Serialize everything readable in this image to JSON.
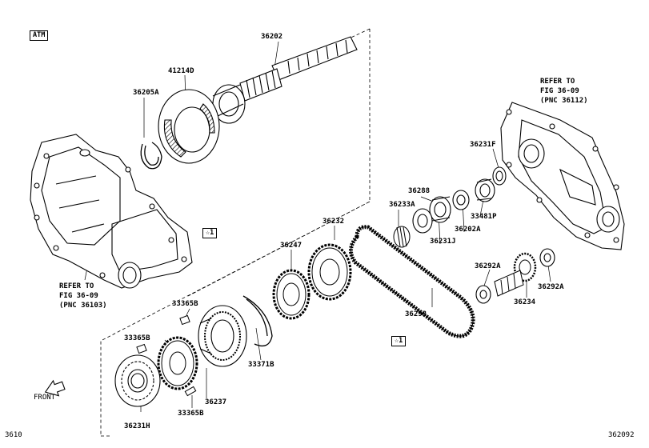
{
  "header": {
    "variant_tag": "ATM"
  },
  "parts": {
    "p36202": "36202",
    "p41214D": "41214D",
    "p36205A": "36205A",
    "p36231F": "36231F",
    "p36288": "36288",
    "p36233A": "36233A",
    "p33481P": "33481P",
    "p36232": "36232",
    "p36202A": "36202A",
    "p36231J": "36231J",
    "p36247": "36247",
    "p36292A_top": "36292A",
    "p36292A_bottom": "36292A",
    "p36234": "36234",
    "p33365B_1": "33365B",
    "p33365B_2": "33365B",
    "p33365B_3": "33365B",
    "p36293": "36293",
    "p33371B": "33371B",
    "p36237": "36237",
    "p36231H": "36231H"
  },
  "refs": {
    "right_1": "REFER TO",
    "right_2": "FIG 36-09",
    "right_3": "(PNC 36112)",
    "left_1": "REFER TO",
    "left_2": "FIG 36-09",
    "left_3": "(PNC 36103)"
  },
  "markers": {
    "star1_a": "☆1",
    "star1_b": "☆1"
  },
  "orientation": {
    "front_label": "FRONT"
  },
  "footer": {
    "left_code": "3610",
    "right_code": "362092"
  },
  "icons": [
    "arrow-front-icon"
  ]
}
